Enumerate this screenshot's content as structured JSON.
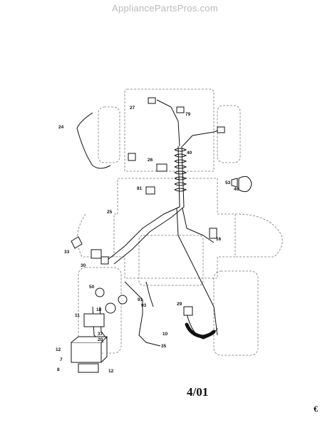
{
  "watermark": "AppliancePartsPros.com",
  "date": "4/01",
  "corner_mark": "€",
  "callouts": [
    "27",
    "79",
    "24",
    "40",
    "26",
    "81",
    "53",
    "46",
    "25",
    "16",
    "33",
    "30",
    "50",
    "91",
    "93",
    "29",
    "11",
    "18",
    "37",
    "20",
    "10",
    "35",
    "12",
    "7",
    "8",
    "12"
  ]
}
